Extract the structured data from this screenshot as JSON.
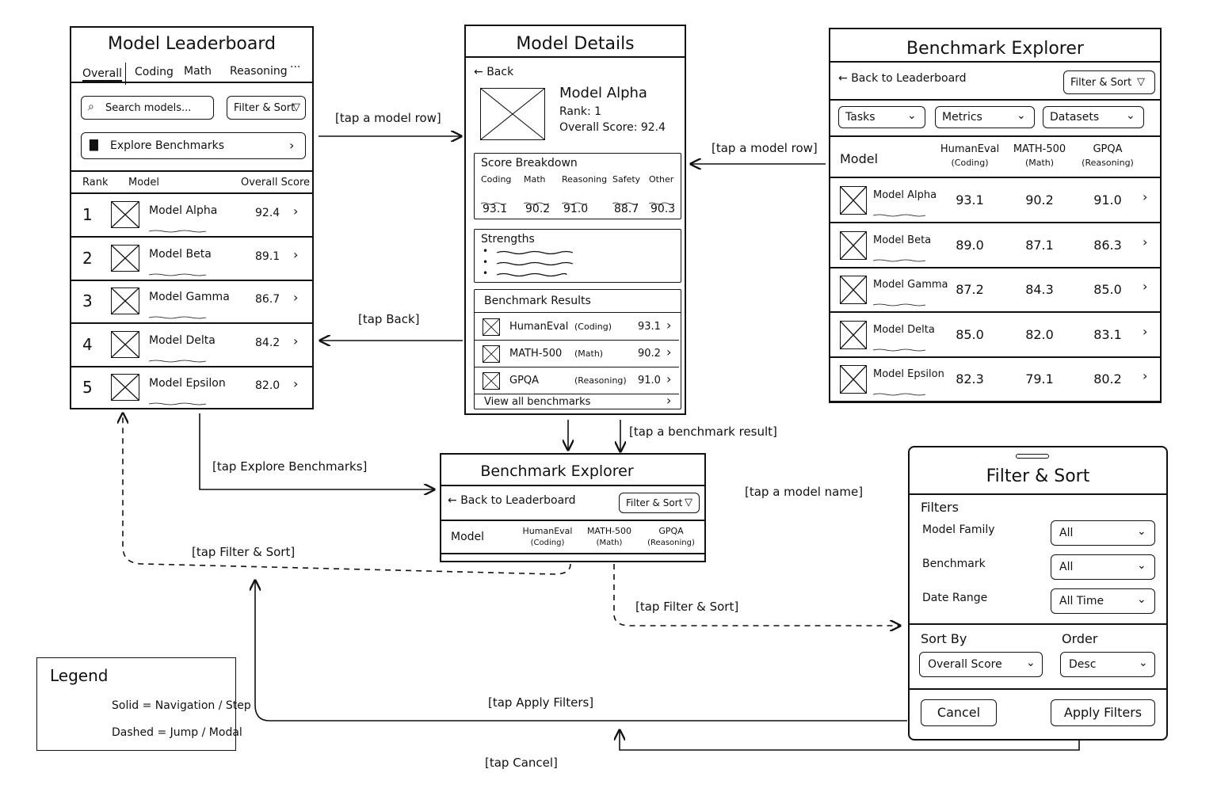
{
  "leaderboard": {
    "title": "Model Leaderboard",
    "tabs": [
      "Overall",
      "Coding",
      "Math",
      "Reasoning",
      "···"
    ],
    "search_placeholder": "Search models...",
    "filter_sort": "Filter & Sort",
    "explore": "Explore Benchmarks",
    "columns": [
      "Rank",
      "Model",
      "Overall Score"
    ],
    "rows": [
      {
        "rank": "1",
        "model": "Model Alpha",
        "score": "92.4"
      },
      {
        "rank": "2",
        "model": "Model Beta",
        "score": "89.1"
      },
      {
        "rank": "3",
        "model": "Model Gamma",
        "score": "86.7"
      },
      {
        "rank": "4",
        "model": "Model Delta",
        "score": "84.2"
      },
      {
        "rank": "5",
        "model": "Model Epsilon",
        "score": "82.0"
      }
    ]
  },
  "details": {
    "title": "Model Details",
    "back": "Back",
    "model_name": "Model Alpha",
    "rank": "Rank: 1",
    "overall": "Overall Score: 92.4",
    "breakdown_title": "Score Breakdown",
    "breakdown": [
      {
        "label": "Coding",
        "value": "93.1"
      },
      {
        "label": "Math",
        "value": "90.2"
      },
      {
        "label": "Reasoning",
        "value": "91.0"
      },
      {
        "label": "Safety",
        "value": "88.7"
      },
      {
        "label": "Other",
        "value": "90.3"
      }
    ],
    "strengths_title": "Strengths",
    "results_title": "Benchmark Results",
    "results": [
      {
        "name": "HumanEval",
        "cat": "(Coding)",
        "value": "93.1"
      },
      {
        "name": "MATH-500",
        "cat": "(Math)",
        "value": "90.2"
      },
      {
        "name": "GPQA",
        "cat": "(Reasoning)",
        "value": "91.0"
      }
    ],
    "view_all": "View all benchmarks"
  },
  "explorer_large": {
    "title": "Benchmark Explorer",
    "back": "Back to Leaderboard",
    "filter_sort": "Filter & Sort",
    "dropdowns": [
      "Tasks",
      "Metrics",
      "Datasets"
    ],
    "col_model": "Model",
    "columns": [
      {
        "name": "HumanEval",
        "sub": "(Coding)"
      },
      {
        "name": "MATH-500",
        "sub": "(Math)"
      },
      {
        "name": "GPQA",
        "sub": "(Reasoning)"
      }
    ],
    "rows": [
      {
        "model": "Model Alpha",
        "v": [
          "93.1",
          "90.2",
          "91.0"
        ]
      },
      {
        "model": "Model Beta",
        "v": [
          "89.0",
          "87.1",
          "86.3"
        ]
      },
      {
        "model": "Model Gamma",
        "v": [
          "87.2",
          "84.3",
          "85.0"
        ]
      },
      {
        "model": "Model Delta",
        "v": [
          "85.0",
          "82.0",
          "83.1"
        ]
      },
      {
        "model": "Model Epsilon",
        "v": [
          "82.3",
          "79.1",
          "80.2"
        ]
      }
    ]
  },
  "explorer_small": {
    "title": "Benchmark Explorer",
    "back": "Back to Leaderboard",
    "filter_sort": "Filter & Sort",
    "col_model": "Model",
    "columns": [
      {
        "name": "HumanEval",
        "sub": "(Coding)"
      },
      {
        "name": "MATH-500",
        "sub": "(Math)"
      },
      {
        "name": "GPQA",
        "sub": "(Reasoning)"
      }
    ]
  },
  "filter": {
    "title": "Filter & Sort",
    "filters_label": "Filters",
    "fields": [
      {
        "label": "Model Family",
        "value": "All"
      },
      {
        "label": "Benchmark",
        "value": "All"
      },
      {
        "label": "Date Range",
        "value": "All Time"
      }
    ],
    "sort_by_label": "Sort By",
    "sort_by_value": "Overall Score",
    "order_label": "Order",
    "order_value": "Desc",
    "cancel": "Cancel",
    "apply": "Apply Filters"
  },
  "flow_labels": {
    "tap_model_row_1": "[tap a model row]",
    "tap_model_row_2": "[tap a model row]",
    "tap_back": "[tap Back]",
    "tap_benchmark_result": "[tap a benchmark result]",
    "tap_explore": "[tap Explore Benchmarks]",
    "tap_model_name": "[tap a model name]",
    "tap_filter_sort_1": "[tap Filter & Sort]",
    "tap_filter_sort_2": "[tap Filter & Sort]",
    "tap_apply": "[tap Apply Filters]",
    "tap_cancel": "[tap Cancel]"
  },
  "legend": {
    "title": "Legend",
    "solid": "Solid = Navigation / Step",
    "dashed": "Dashed = Jump / Modal"
  }
}
